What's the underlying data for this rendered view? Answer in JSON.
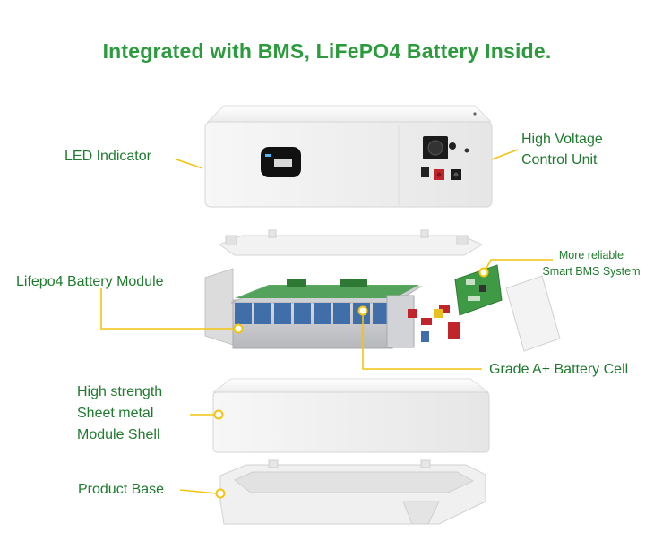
{
  "title": "Integrated with BMS, LiFePO4 Battery Inside.",
  "labels": {
    "led_indicator": "LED Indicator",
    "hv_line1": "High Voltage",
    "hv_line2": "Control Unit",
    "battery_module": "Lifepo4 Battery Module",
    "bms_line1": "More reliable",
    "bms_line2": "Smart BMS System",
    "battery_cell": "Grade A+ Battery Cell",
    "shell_line1": "High strength",
    "shell_line2": "Sheet metal",
    "shell_line3": "Module Shell",
    "product_base": "Product Base"
  },
  "colors": {
    "title": "#2c9b3d",
    "label": "#1f7a2e",
    "leader": "#f2c40f",
    "housing": "#f4f4f4",
    "pcb": "#3f9a46",
    "cell": "#3f6ea8"
  }
}
